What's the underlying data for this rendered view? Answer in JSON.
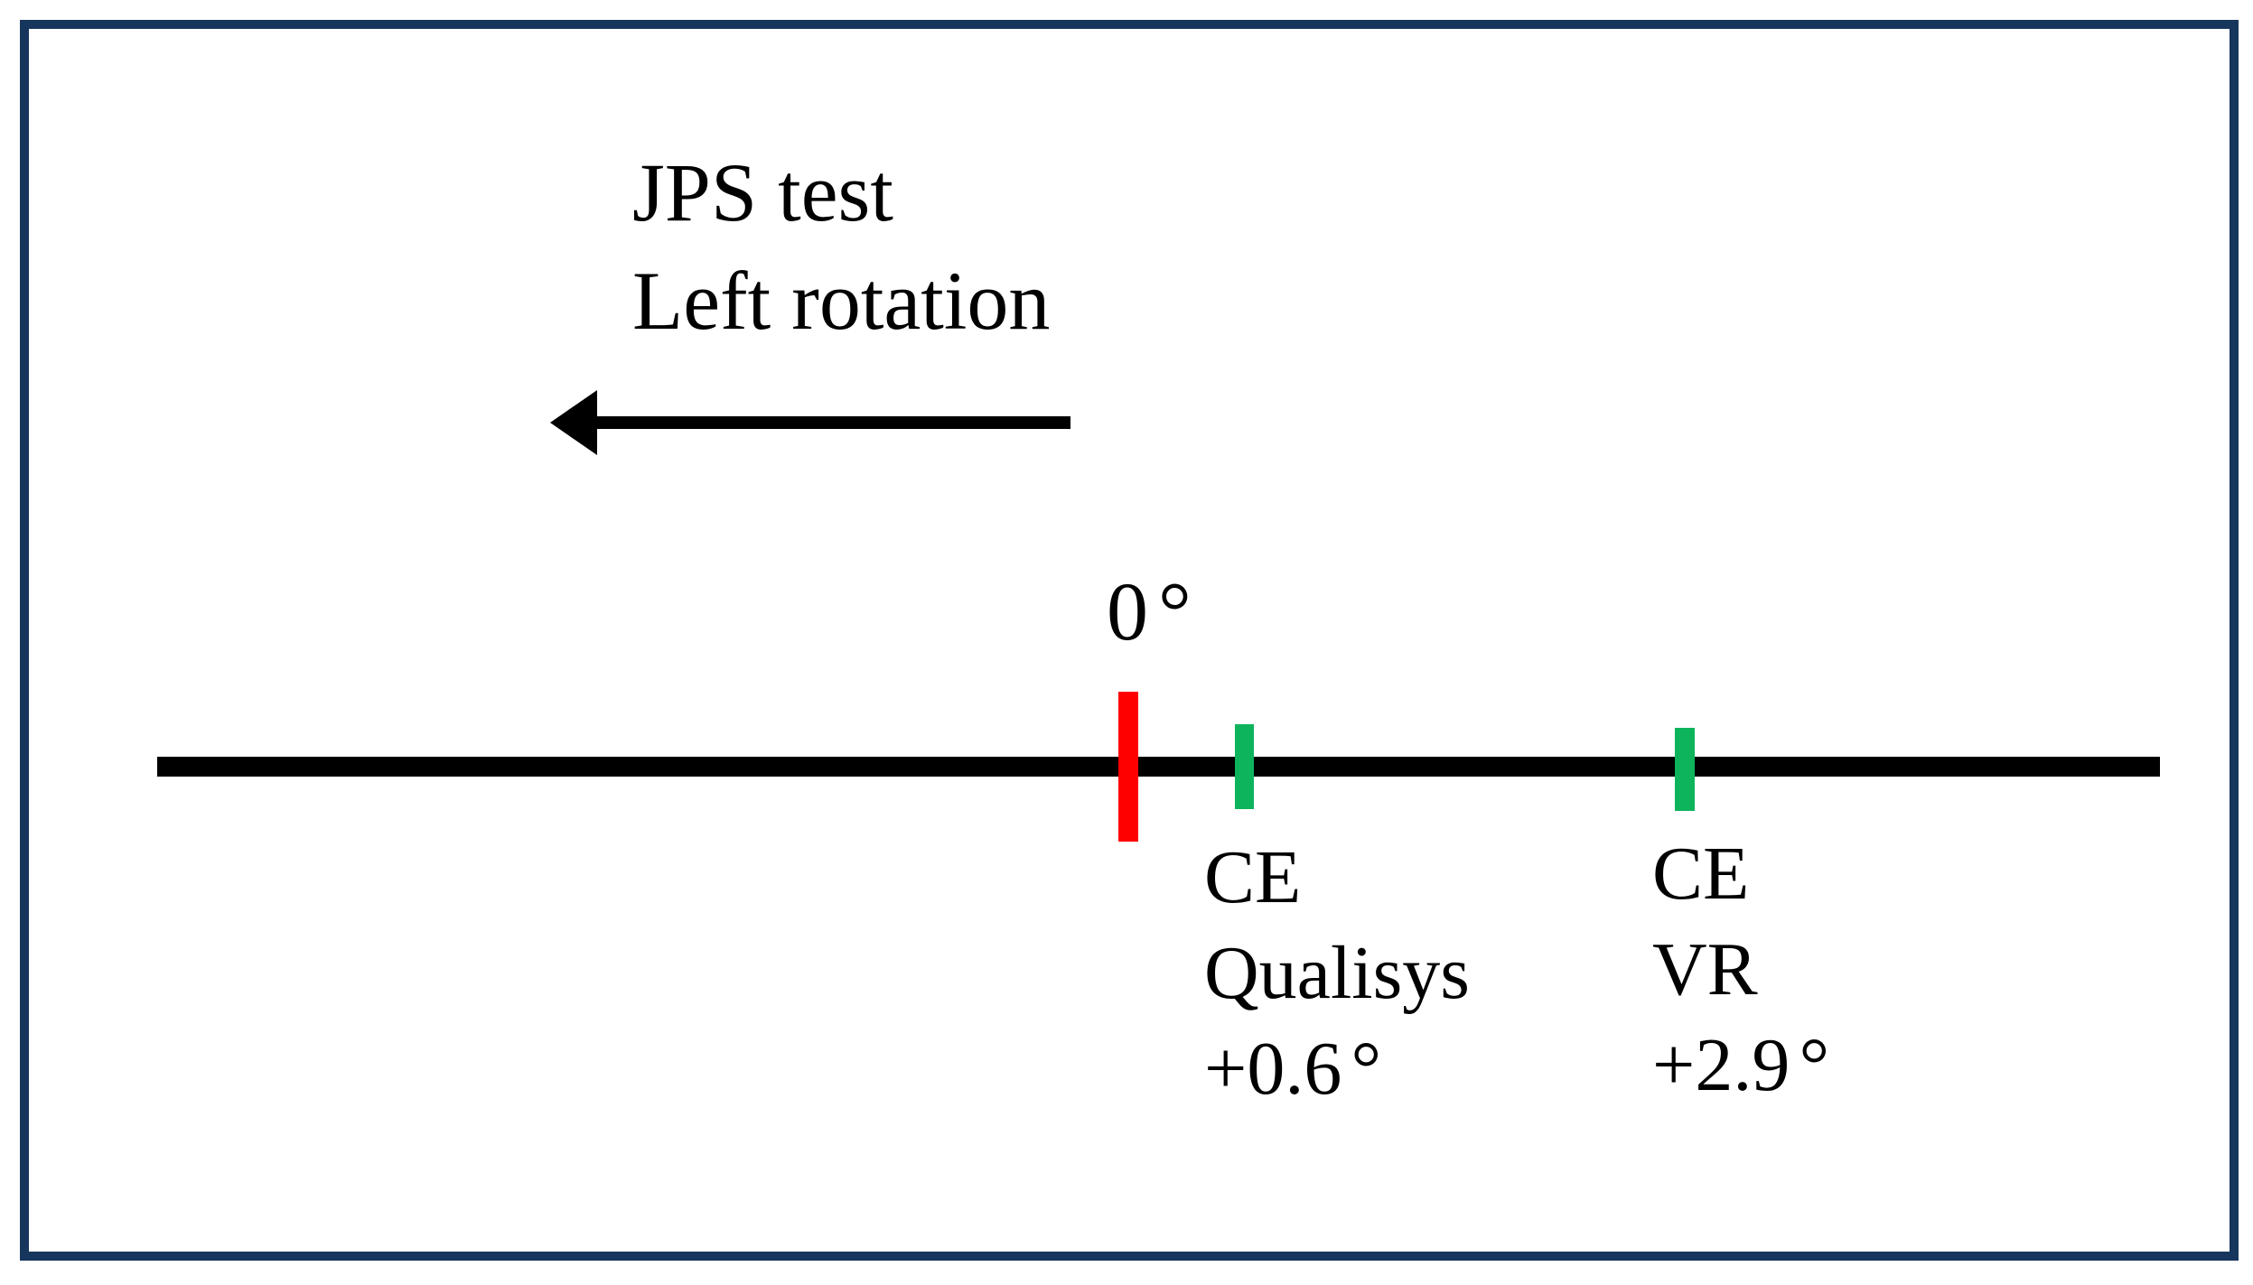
{
  "figure": {
    "type": "number-line-diagram",
    "header": {
      "line1": "JPS test",
      "line2": "Left rotation"
    },
    "arrow": {
      "direction": "left",
      "meaning": "Left rotation direction"
    },
    "baseline": {
      "value": "0",
      "degree_symbol": "°"
    },
    "markers": [
      {
        "id": "ce-qualisys",
        "line1": "CE",
        "line2": "Qualisys",
        "value": "+0.6",
        "degree_symbol": "°",
        "numeric_value_deg": 0.6,
        "tick_color_name": "green"
      },
      {
        "id": "ce-vr",
        "line1": "CE",
        "line2": "VR",
        "value": "+2.9",
        "degree_symbol": "°",
        "numeric_value_deg": 2.9,
        "tick_color_name": "green"
      }
    ],
    "zero_tick_color_name": "red",
    "colors": {
      "frame": "#17365d",
      "ink": "#000000",
      "zero_tick": "#ff0000",
      "marker_tick": "#0db45c"
    }
  }
}
